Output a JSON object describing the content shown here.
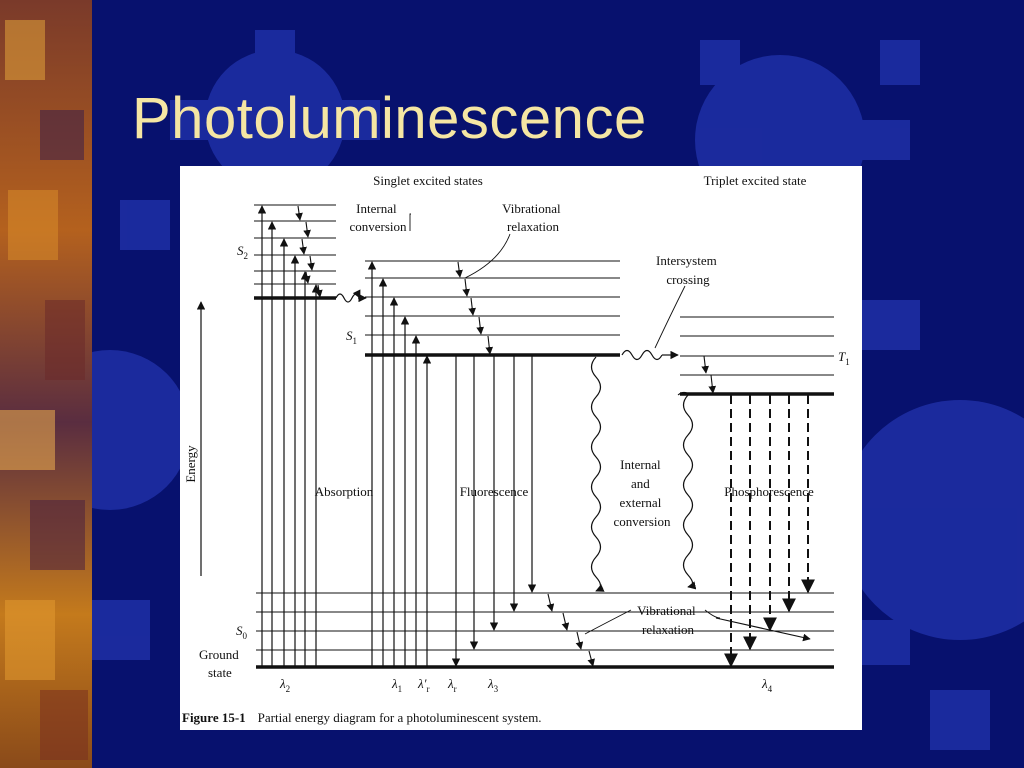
{
  "slide": {
    "title": "Photoluminescence",
    "colors": {
      "background": "#07116e",
      "gear": "#1e2fa6",
      "title_text": "#f5e6a3",
      "panel": "#ffffff",
      "ink": "#111111"
    }
  },
  "diagram": {
    "headers": {
      "singlet": "Singlet excited states",
      "triplet": "Triplet excited state"
    },
    "states": {
      "s2": "S",
      "s2_sub": "2",
      "s1": "S",
      "s1_sub": "1",
      "s0": "S",
      "s0_sub": "0",
      "t1": "T",
      "t1_sub": "1",
      "ground": [
        "Ground",
        "state"
      ]
    },
    "axis_label": "Energy",
    "processes": {
      "internal_conversion": [
        "Internal",
        "conversion"
      ],
      "vibrational_relaxation_top": [
        "Vibrational",
        "relaxation"
      ],
      "intersystem_crossing": [
        "Intersystem",
        "crossing"
      ],
      "absorption": "Absorption",
      "fluorescence": "Fluorescence",
      "internal_external_conversion": [
        "Internal",
        "and",
        "external",
        "conversion"
      ],
      "phosphorescence": "Phosphorescence",
      "vibrational_relaxation_bottom": [
        "Vibrational",
        "relaxation"
      ]
    },
    "wavelengths": {
      "lambda2": "λ",
      "lambda2_sub": "2",
      "lambda1": "λ",
      "lambda1_sub": "1",
      "lambda_r_prime": "λ′",
      "lambda_r_prime_sub": "r",
      "lambda_r": "λ",
      "lambda_r_sub": "r",
      "lambda3": "λ",
      "lambda3_sub": "3",
      "lambda4": "λ",
      "lambda4_sub": "4"
    },
    "caption": {
      "label": "Figure 15-1",
      "text": "Partial energy diagram for a photoluminescent system."
    }
  }
}
